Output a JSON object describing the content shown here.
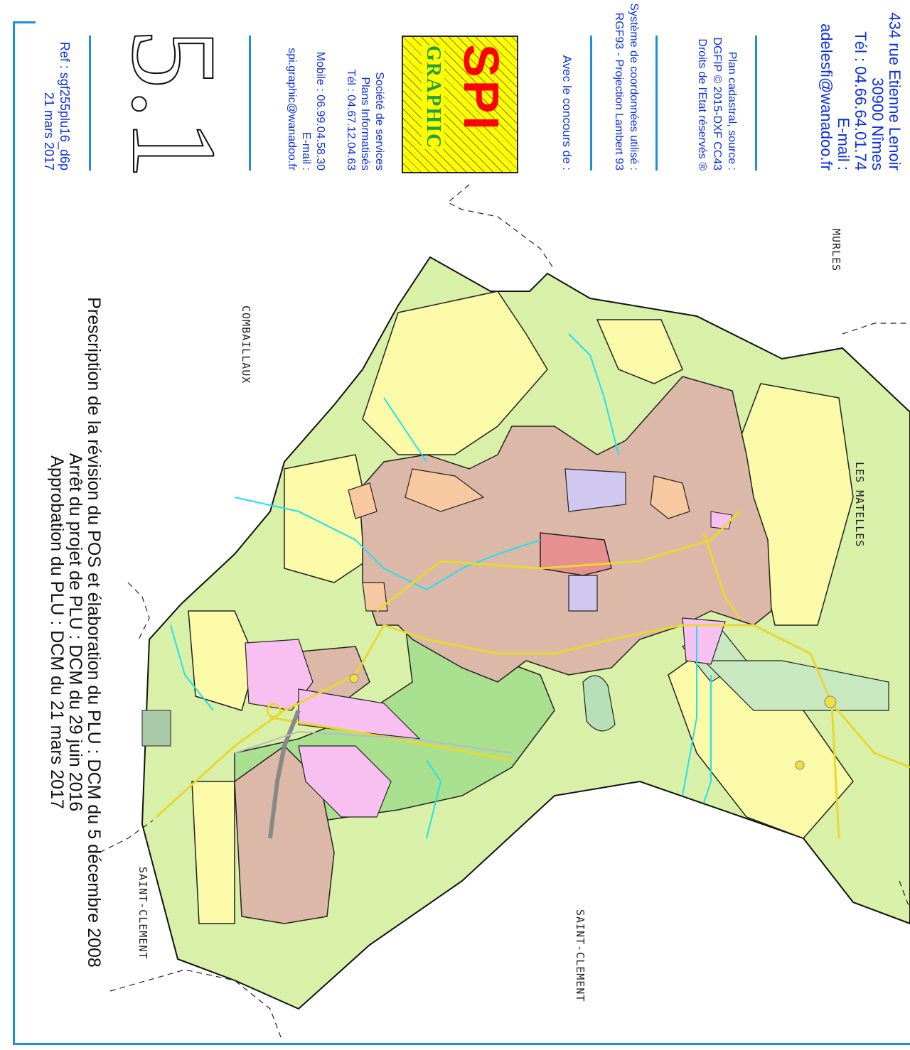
{
  "address": {
    "lines": [
      "434 rue Etienne Lenoir",
      "30900 Nîmes",
      "Tél : 04.66.64.01.74",
      "E-mail :",
      "adelesfi@wanadoo.fr"
    ]
  },
  "cadastre": {
    "lines": [
      "Plan cadastral, source :",
      "DGFIP © 2015-DXF CC43",
      "Droits de l'Etat réservés ®"
    ]
  },
  "coordinate_system": {
    "lines": [
      "Système de coordonnées utilisé :",
      "RGF93 - Projection Lambert 93"
    ]
  },
  "concours": {
    "label": "Avec le concours de :"
  },
  "logo": {
    "name_top": "SPI",
    "name_bottom": "GRAPHIC",
    "color_fill": "#ffff00",
    "color_text": "#ff0000"
  },
  "spi_contact": {
    "lines": [
      "Société de services",
      "Plans Informatisés",
      "Tél : 04.67.12.04.63",
      "Mobile : 06.99.04.58.30",
      "E-mail :",
      "spi.graphic@wanadoo.fr"
    ]
  },
  "reference": {
    "ref": "Ref : sgf255plu16_d6p",
    "date": "21 mars 2017"
  },
  "document_number": "5.1",
  "procedure": {
    "lines": [
      "Prescription de la révision du POS et élaboration du PLU : DCM du 5 décembre 2008",
      "Arrêt du projet de PLU : DCM du 29 juin 2016",
      "Approbation du PLU : DCM du 21 mars 2017"
    ]
  },
  "communes": {
    "north": "MURLES",
    "west": "COMBAILLAUX",
    "east_top": "LES MATELLES",
    "south_left": "SAINT-CLEMENT",
    "south_right": "SAINT-CLEMENT"
  },
  "colors": {
    "accent_blue": "#0a2ee8",
    "frame_blue": "#1c8fe0",
    "zone_agricultural": "#d8f0a8",
    "zone_natural": "#fafaa8",
    "zone_forest": "#a8e090",
    "zone_urban": "#dcb8a8",
    "zone_activity": "#f8c0f0",
    "zone_facility": "#d0c8f0",
    "zone_extension": "#f8c8a0",
    "water": "#20e0f0",
    "road": "#f0e040"
  }
}
